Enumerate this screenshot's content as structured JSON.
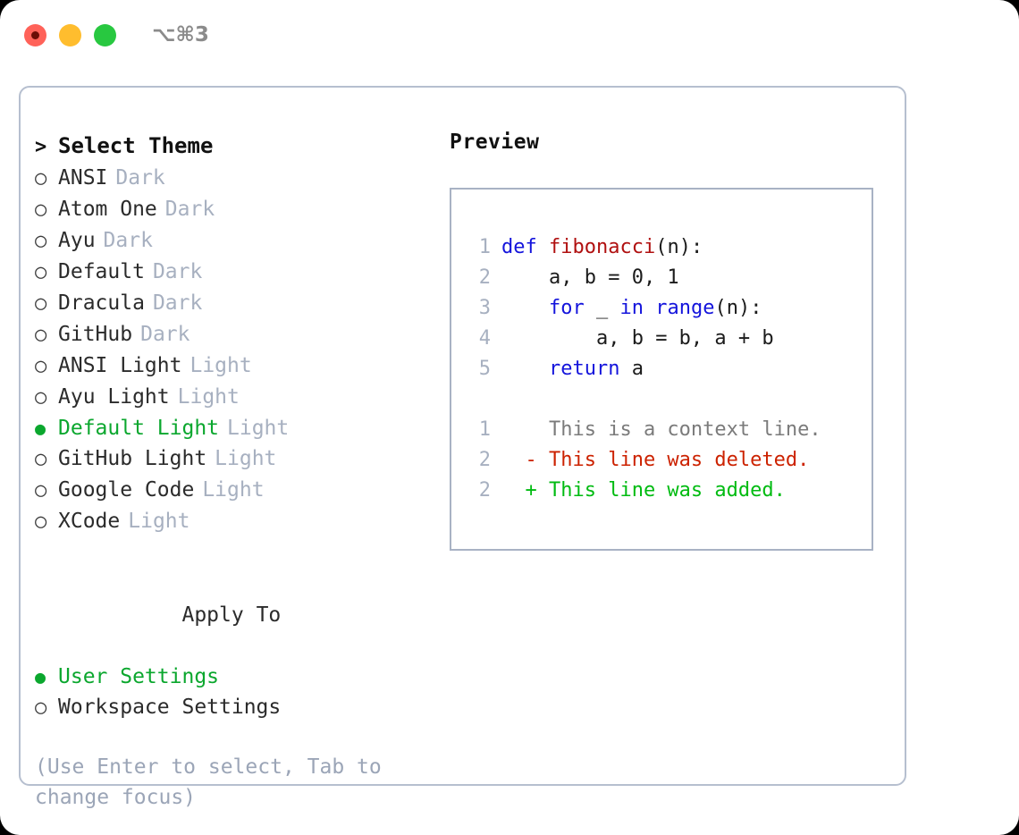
{
  "titlebar": {
    "shortcut": "⌥⌘3",
    "buttons": {
      "close": "close",
      "minimize": "minimize",
      "maximize": "maximize"
    }
  },
  "theme_picker": {
    "header_marker": ">",
    "header": "Select Theme",
    "marker_selected": "●",
    "marker_unselected": "○",
    "items": [
      {
        "name": "ANSI",
        "variant": "Dark",
        "selected": false
      },
      {
        "name": "Atom One",
        "variant": "Dark",
        "selected": false
      },
      {
        "name": "Ayu",
        "variant": "Dark",
        "selected": false
      },
      {
        "name": "Default",
        "variant": "Dark",
        "selected": false
      },
      {
        "name": "Dracula",
        "variant": "Dark",
        "selected": false
      },
      {
        "name": "GitHub",
        "variant": "Dark",
        "selected": false
      },
      {
        "name": "ANSI Light",
        "variant": "Light",
        "selected": false
      },
      {
        "name": "Ayu Light",
        "variant": "Light",
        "selected": false
      },
      {
        "name": "Default Light",
        "variant": "Light",
        "selected": true
      },
      {
        "name": "GitHub Light",
        "variant": "Light",
        "selected": false
      },
      {
        "name": "Google Code",
        "variant": "Light",
        "selected": false
      },
      {
        "name": "XCode",
        "variant": "Light",
        "selected": false
      }
    ]
  },
  "apply_to": {
    "header": "Apply To",
    "items": [
      {
        "name": "User Settings",
        "selected": true
      },
      {
        "name": "Workspace Settings",
        "selected": false
      }
    ]
  },
  "hint": "(Use Enter to select, Tab to change focus)",
  "preview": {
    "title": "Preview",
    "code_lines": [
      {
        "no": "1",
        "indent": "",
        "tokens": [
          {
            "t": "def",
            "c": "kw"
          },
          {
            "t": " ",
            "c": "code"
          },
          {
            "t": "fibonacci",
            "c": "fn"
          },
          {
            "t": "(n):",
            "c": "code"
          }
        ]
      },
      {
        "no": "2",
        "indent": "    ",
        "tokens": [
          {
            "t": "a, b = 0, 1",
            "c": "code"
          }
        ]
      },
      {
        "no": "3",
        "indent": "    ",
        "tokens": [
          {
            "t": "for",
            "c": "kw"
          },
          {
            "t": " _ ",
            "c": "code"
          },
          {
            "t": "in",
            "c": "kw"
          },
          {
            "t": " ",
            "c": "code"
          },
          {
            "t": "range",
            "c": "bi"
          },
          {
            "t": "(n):",
            "c": "code"
          }
        ]
      },
      {
        "no": "4",
        "indent": "        ",
        "tokens": [
          {
            "t": "a, b = b, a + b",
            "c": "code"
          }
        ]
      },
      {
        "no": "5",
        "indent": "    ",
        "tokens": [
          {
            "t": "return",
            "c": "kw"
          },
          {
            "t": " a",
            "c": "code"
          }
        ]
      }
    ],
    "diff_lines": [
      {
        "no": "1",
        "sign": " ",
        "text": "This is a context line.",
        "kind": "context"
      },
      {
        "no": "2",
        "sign": "-",
        "text": "This line was deleted.",
        "kind": "deleted"
      },
      {
        "no": "2",
        "sign": "+",
        "text": "This line was added.",
        "kind": "added"
      }
    ]
  },
  "colors": {
    "accent_green": "#0ba72e",
    "muted": "#a7b0c0",
    "hint": "#9ba5b7",
    "border": "#b6bfcf",
    "keyword": "#1414dc",
    "function": "#b01010",
    "diff_context": "#7b7b7b",
    "diff_deleted": "#cc2200",
    "diff_added": "#00bb11",
    "traffic_close": "#ff6259",
    "traffic_min": "#ffbd2e",
    "traffic_max": "#28c840"
  }
}
